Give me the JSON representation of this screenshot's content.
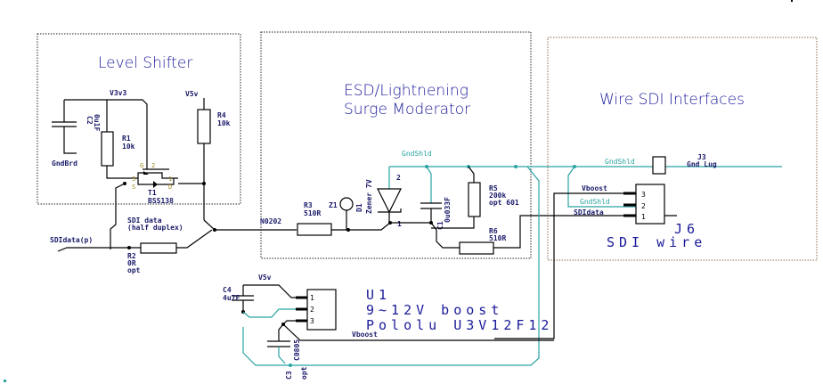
{
  "blocks": {
    "level_shifter": {
      "title": "Level Shifter"
    },
    "esd": {
      "title_line1": "ESD/Lightnening",
      "title_line2": "Surge Moderator"
    },
    "wire_sdi": {
      "title": "Wire SDI Interfaces"
    }
  },
  "nets": {
    "v3v3": "V3v3",
    "v5v_ls": "V5v",
    "v5v_u1": "V5v",
    "gnd_brd": "GndBrd",
    "gnd_shld_esd": "GndShld",
    "gnd_shld_j3": "GndShld",
    "gnd_shld_j6": "GndShld",
    "vboost_j6": "Vboost",
    "vboost_u1": "Vboost",
    "sdi_data_j6": "SDIdata",
    "sdi_data_label_1": "SDI data",
    "sdi_data_label_2": "(half duplex)",
    "sdi_data_input": "SDIdata(p)",
    "n0202": "N0202"
  },
  "components": {
    "c2": {
      "ref": "C2",
      "value": "0u1F"
    },
    "r1": {
      "ref": "R1",
      "value": "10k"
    },
    "r4": {
      "ref": "R4",
      "value": "10k"
    },
    "t1": {
      "ref": "T1",
      "value": "BSS138",
      "pin_g": "G",
      "pin_g_num": "2",
      "pin_s": "S",
      "pin_s_num": "3",
      "pin_d": "D",
      "pin_d_num": "1"
    },
    "r2": {
      "ref": "R2",
      "value": "0R",
      "note": "opt"
    },
    "r3": {
      "ref": "R3",
      "value": "510R"
    },
    "z1": {
      "ref": "Z1"
    },
    "d1": {
      "ref": "D1",
      "value": "Zener 7V",
      "pin_a": "1",
      "pin_k": "2"
    },
    "c1": {
      "ref": "C1",
      "value": "0u033F"
    },
    "r5": {
      "ref": "R5",
      "value": "200k",
      "note": "opt 601"
    },
    "r6": {
      "ref": "R6",
      "value": "510R"
    },
    "j3": {
      "ref": "J3",
      "value": "Gnd Lug"
    },
    "j6": {
      "ref": "J6",
      "value": "SDI wire",
      "pins": [
        "3",
        "2",
        "1"
      ]
    },
    "u1": {
      "ref": "U1",
      "line2": "9~12V boost",
      "line3": "Pololu U3V12F12",
      "pins": [
        "1",
        "2",
        "3"
      ]
    },
    "c4": {
      "ref": "C4",
      "value": "4u7F"
    },
    "c3": {
      "ref": "C3",
      "value": "C0805",
      "note": "opt"
    }
  },
  "colors": {
    "title": "#1a1a9a",
    "wire": "#000000",
    "shield_wire": "#2aa3a3"
  }
}
